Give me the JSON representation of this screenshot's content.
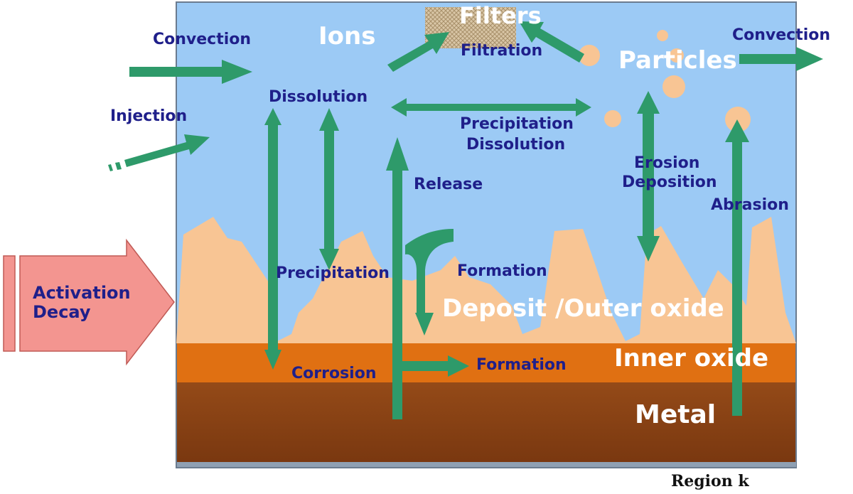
{
  "colors": {
    "water": "#9ccaf5",
    "deposit": "#f8c594",
    "inner_oxide": "#e07012",
    "metal": "#8a4416",
    "arrow": "#2e9a6a",
    "activation_arrow": "#f39590",
    "blue_text": "#1f1f8a",
    "white_text": "#ffffff"
  },
  "labels": {
    "ions": "Ions",
    "filters": "Filters",
    "particles": "Particles",
    "convection_in": "Convection",
    "convection_out": "Convection",
    "injection": "Injection",
    "dissolution": "Dissolution",
    "filtration": "Filtration",
    "precipitation_dissolution_1": "Precipitation",
    "precipitation_dissolution_2": "Dissolution",
    "release": "Release",
    "erosion": "Erosion",
    "deposition": "Deposition",
    "abrasion": "Abrasion",
    "precipitation": "Precipitation",
    "formation_upper": "Formation",
    "deposit_outer_oxide": "Deposit /Outer oxide",
    "inner_oxide": "Inner oxide",
    "corrosion": "Corrosion",
    "formation_lower": "Formation",
    "metal": "Metal",
    "activation_1": "Activation",
    "activation_2": "Decay",
    "region": "Region k"
  },
  "icons": {
    "filter": "filter-mesh-icon",
    "particle": "particle-circle-icon"
  }
}
